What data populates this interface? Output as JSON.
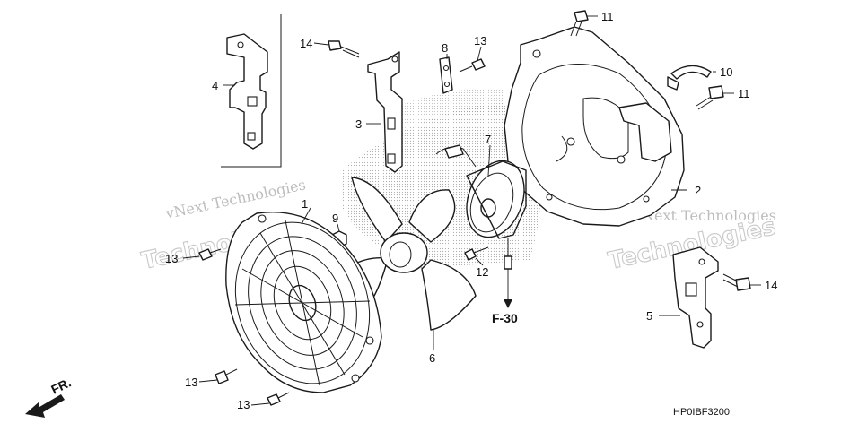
{
  "diagram": {
    "part_labels": [
      "1",
      "2",
      "3",
      "4",
      "5",
      "6",
      "7",
      "8",
      "9",
      "10",
      "11",
      "11",
      "12",
      "13",
      "13",
      "13",
      "13",
      "14",
      "14"
    ],
    "reference": "F-30",
    "direction": "FR.",
    "code": "HP0IBF3200",
    "watermark": [
      "vNext Technologies",
      "Technologies",
      "vNext Technologies",
      "Technologies"
    ]
  }
}
